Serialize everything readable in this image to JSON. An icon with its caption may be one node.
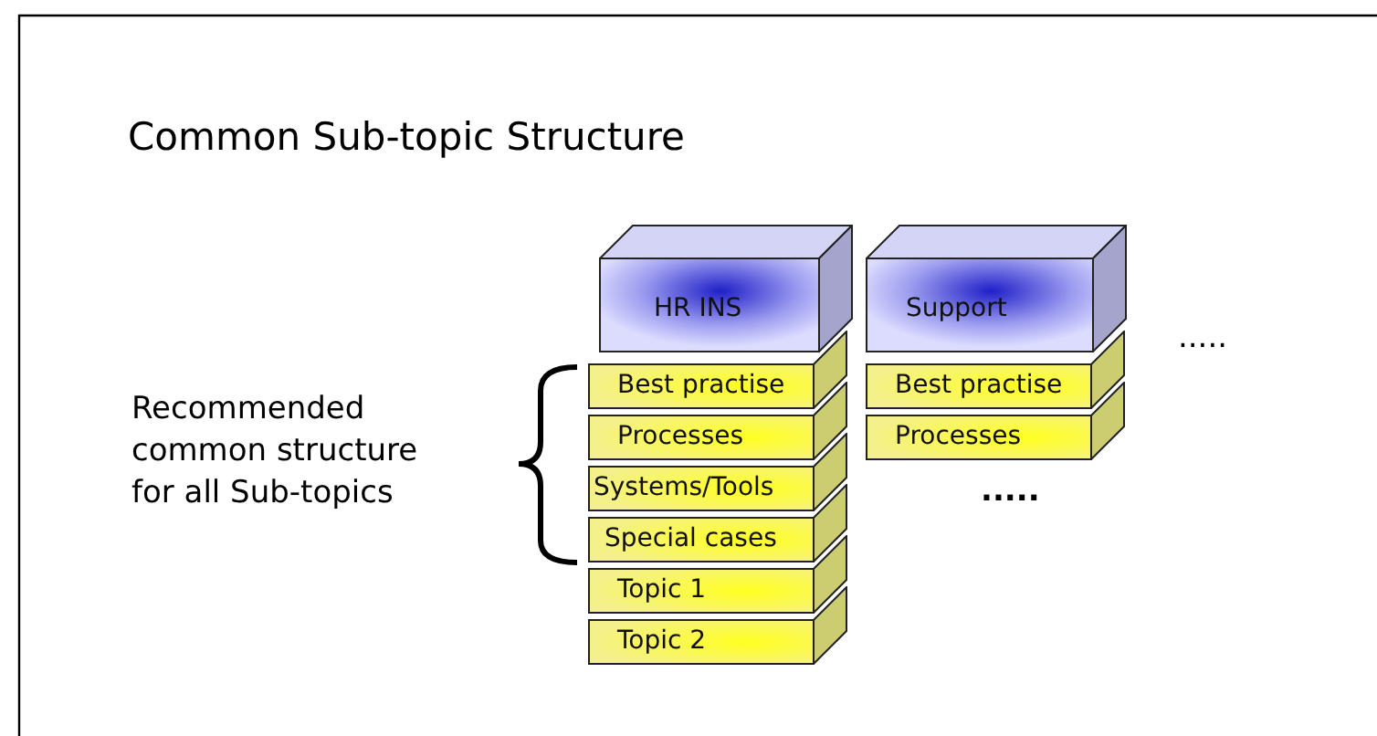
{
  "diagram": {
    "title": "Common Sub-topic Structure",
    "nodes": [
      {
        "text": [
          "HR INS"
        ]
      },
      {
        "text": [
          "Best practise"
        ]
      },
      {
        "text": [
          "Processes"
        ]
      },
      {
        "text": [
          "Systems/Tools"
        ]
      },
      {
        "text": [
          "Special cases"
        ]
      },
      {
        "text": [
          "Topic 1"
        ]
      },
      {
        "text": [
          "Topic 2"
        ]
      },
      {
        "text": [
          "Support"
        ]
      },
      {
        "text": [
          "Best practise"
        ]
      },
      {
        "text": [
          "Processes"
        ]
      }
    ],
    "labels": [
      "Recommended common structure for all Sub-topics",
      ".....",
      "....."
    ]
  }
}
